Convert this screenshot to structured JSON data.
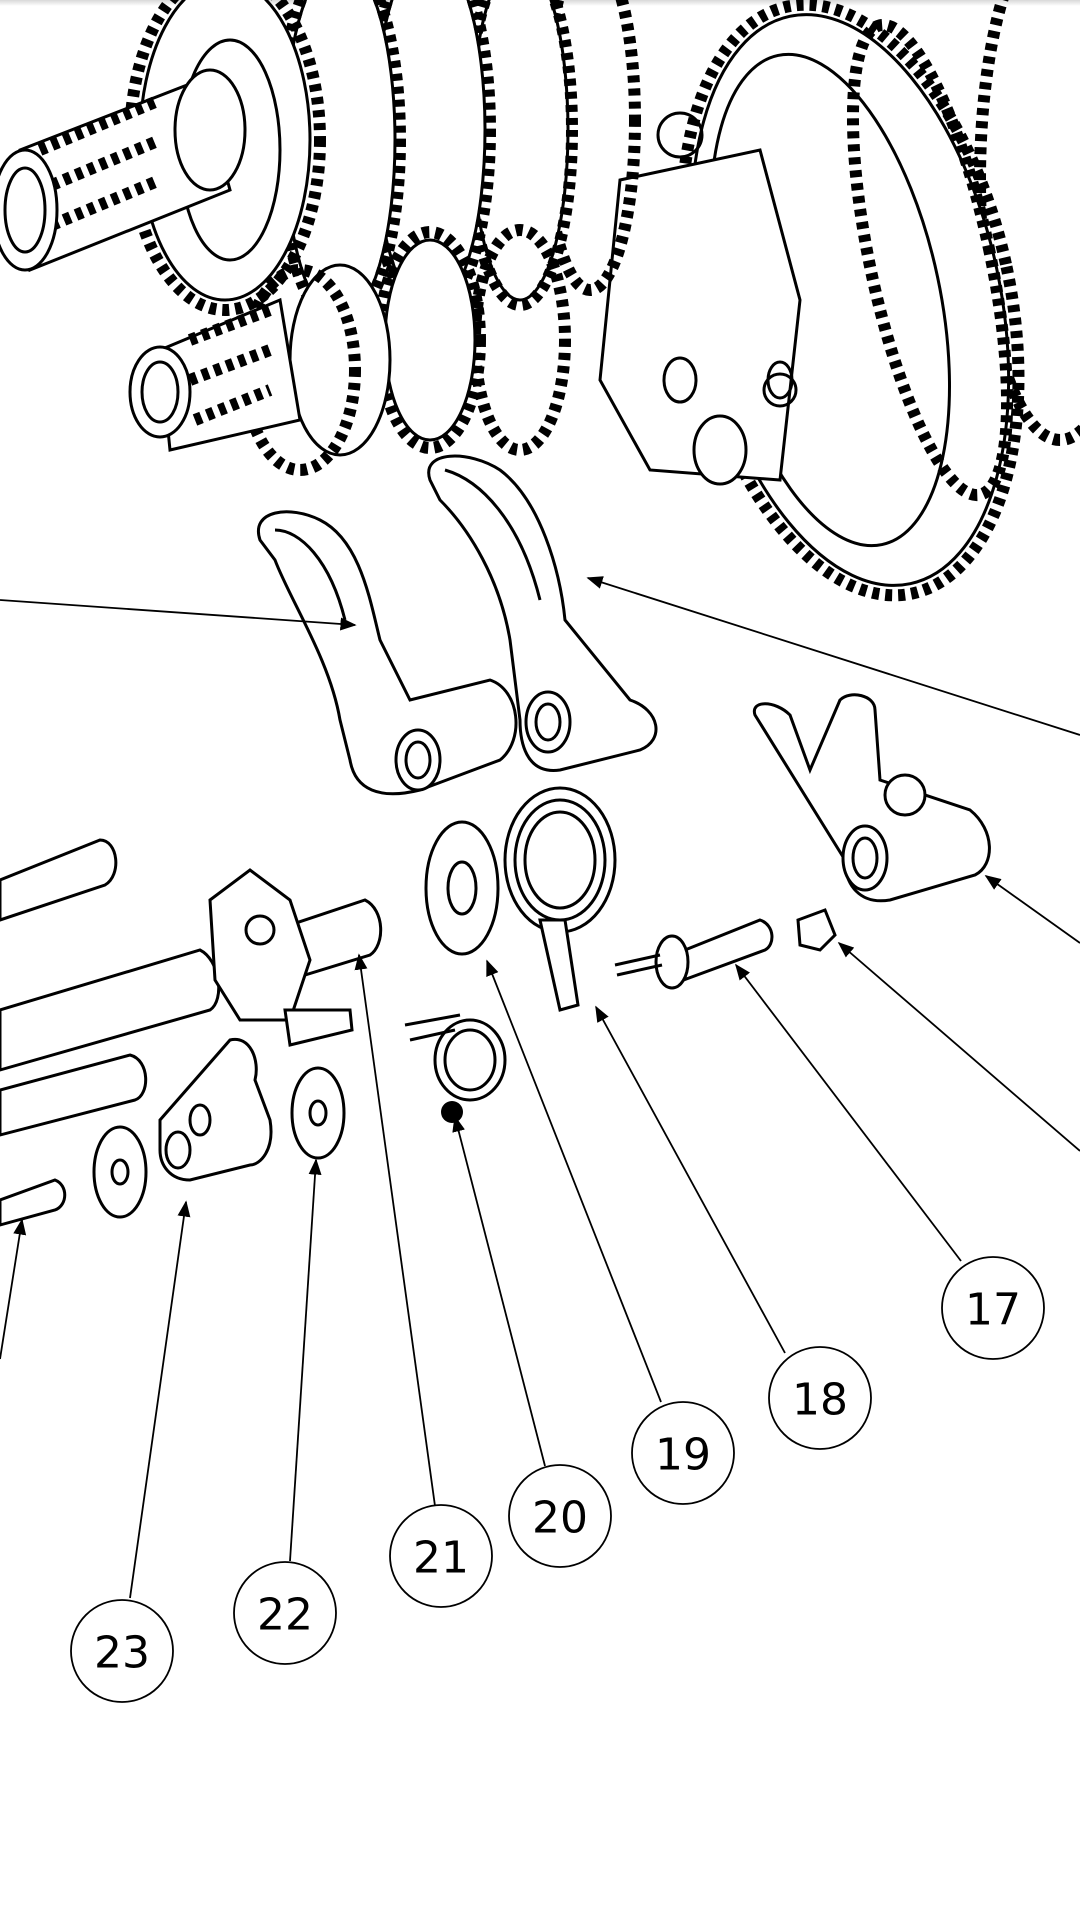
{
  "drawing": {
    "callouts": [
      {
        "label": "17"
      },
      {
        "label": "18"
      },
      {
        "label": "19"
      },
      {
        "label": "20"
      },
      {
        "label": "21"
      },
      {
        "label": "22"
      },
      {
        "label": "23"
      }
    ]
  }
}
